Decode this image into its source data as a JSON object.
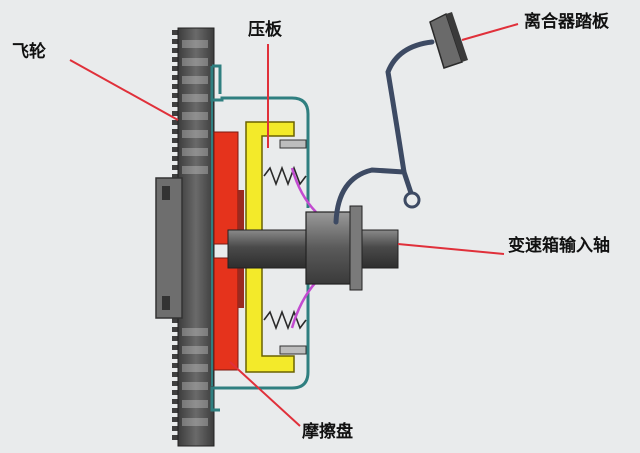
{
  "labels": {
    "flywheel": "飞轮",
    "pressure_plate": "压板",
    "clutch_pedal": "离合器踏板",
    "input_shaft": "变速箱输入轴",
    "friction_disc": "摩擦盘"
  },
  "colors": {
    "background": "#e9ebec",
    "flywheel": "#4a4a4a",
    "pressure_plate_fill": "#f3ea2a",
    "friction_disc": "#e5331c",
    "housing_outline": "#2b8a8c",
    "spring": "#c24bd0",
    "leader_line": "#e0303a",
    "shaft": "#555555"
  }
}
